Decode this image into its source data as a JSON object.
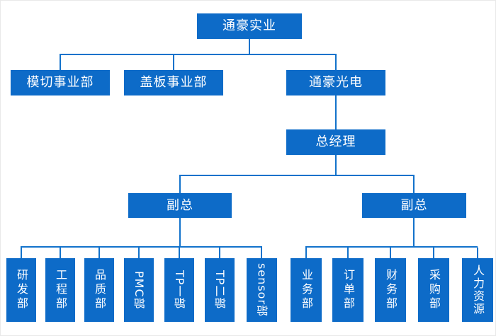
{
  "colors": {
    "node_fill": "#0d6bc8",
    "connector_line": "#1272cb",
    "node_text": "#ffffff",
    "page_background": "#ffffff",
    "page_border": "#e9e9e9"
  },
  "org": {
    "root": {
      "label": "通豪实业"
    },
    "divisions": [
      {
        "label": "模切事业部"
      },
      {
        "label": "盖板事业部"
      },
      {
        "label": "通豪光电"
      }
    ],
    "general_manager": {
      "label": "总经理"
    },
    "vice_managers": [
      {
        "label": "副总"
      },
      {
        "label": "副总"
      }
    ],
    "left_departments": [
      {
        "label": "研发部"
      },
      {
        "label": "工程部"
      },
      {
        "label": "品质部"
      },
      {
        "label": "PMC部"
      },
      {
        "label": "TP一部"
      },
      {
        "label": "TP二部"
      },
      {
        "label": "sensor部"
      }
    ],
    "right_departments": [
      {
        "label": "业务部"
      },
      {
        "label": "订单部"
      },
      {
        "label": "财务部"
      },
      {
        "label": "采购部"
      },
      {
        "label": "人力资源"
      }
    ]
  }
}
